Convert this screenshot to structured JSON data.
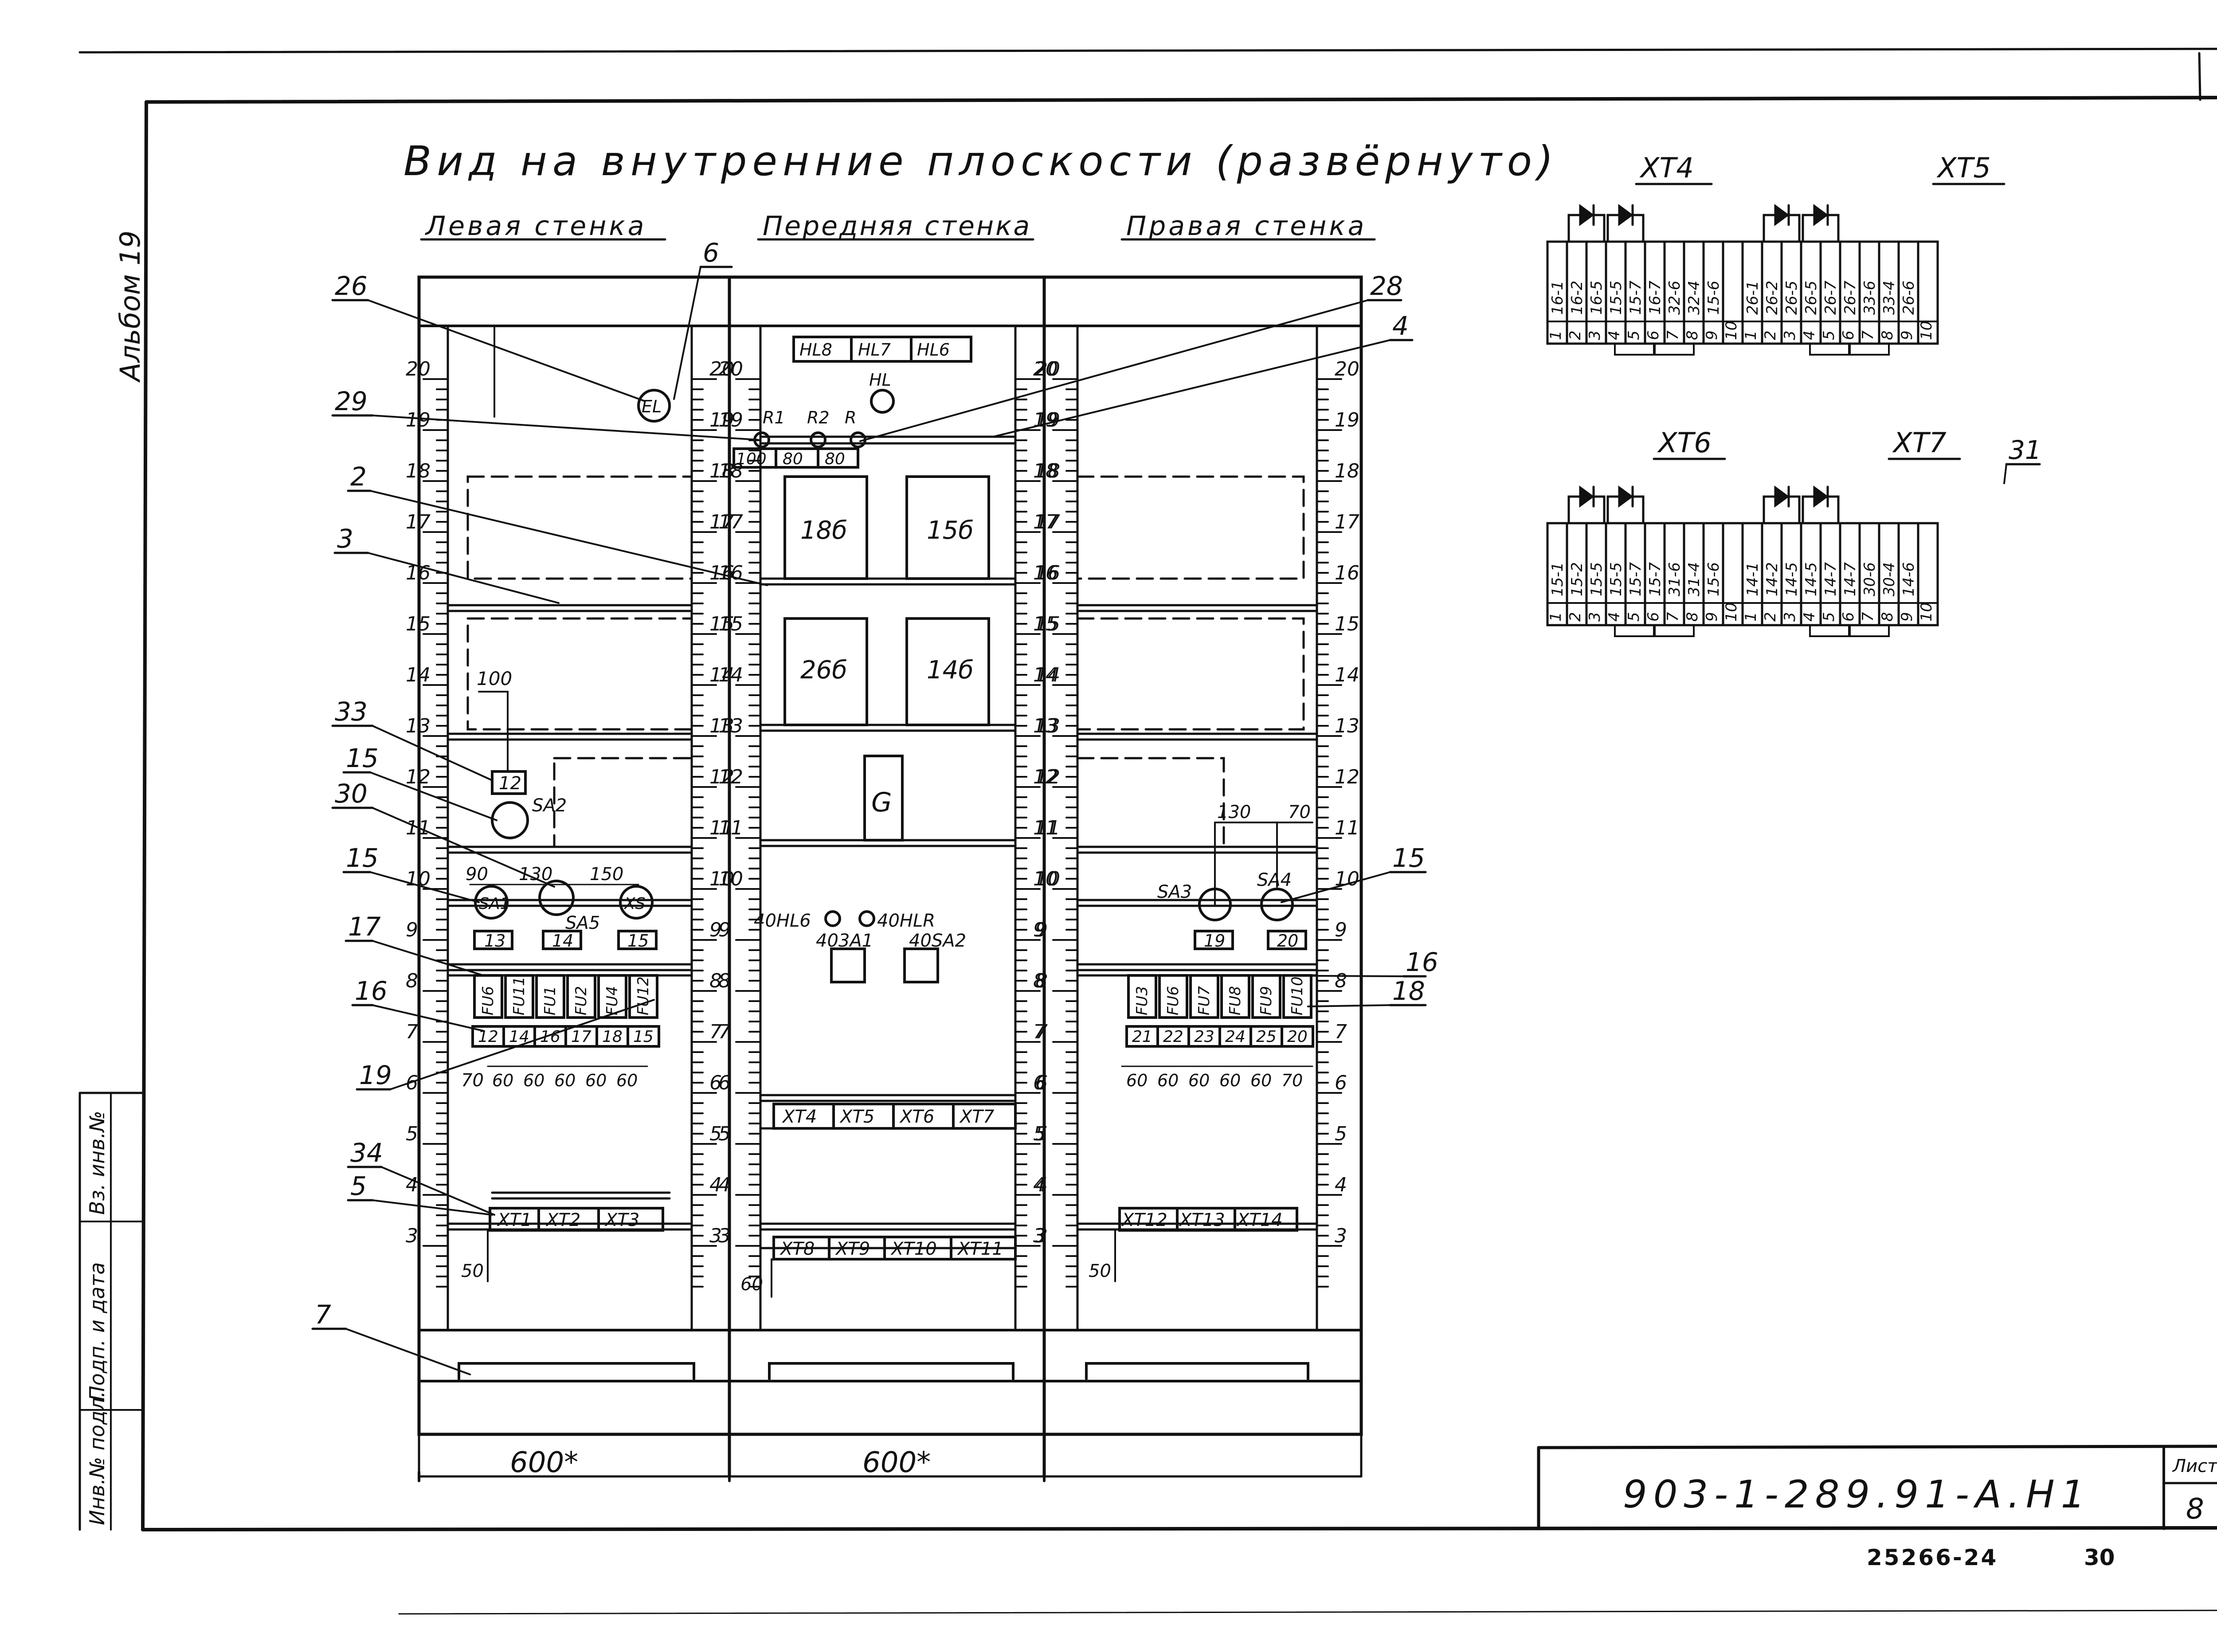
{
  "sheet": {
    "corner_number": "29",
    "title": "Вид на внутренние плоскости (развёрнуто)",
    "side_label": "Альбом 19",
    "doc_code": "903-1-289.91-А.Н1",
    "sheet_label": "Лист",
    "sheet_no": "8",
    "bottom_code": "25266-24",
    "bottom_page": "30",
    "stamp": [
      "Инв.№ подл.",
      "Подп. и дата",
      "Вз. инв.№"
    ]
  },
  "walls": {
    "left": "Левая стенка",
    "front": "Передняя стенка",
    "right": "Правая стенка"
  },
  "scale_ticks": [
    "20",
    "19",
    "18",
    "17",
    "16",
    "15",
    "14",
    "13",
    "12",
    "11",
    "10",
    "9",
    "8",
    "7",
    "6",
    "5",
    "4",
    "3"
  ],
  "dims": {
    "left_width": "600*",
    "right_width": "600*"
  },
  "leaders": [
    "26",
    "6",
    "28",
    "4",
    "29",
    "2",
    "3",
    "33",
    "15",
    "30",
    "15",
    "17",
    "16",
    "19",
    "34",
    "5",
    "7",
    "15",
    "16",
    "18",
    "31"
  ],
  "left_panel": {
    "lamp": "EL",
    "spacing": [
      "100",
      "90",
      "130",
      "150",
      "70",
      "60",
      "60",
      "60",
      "60",
      "60",
      "50"
    ],
    "switches": [
      "SA2",
      "SA1",
      "SA5",
      "XS"
    ],
    "boxes": [
      "12",
      "13",
      "14",
      "15"
    ],
    "fuses": [
      "FU6",
      "FU11",
      "FU1",
      "FU2",
      "FU4",
      "FU12"
    ],
    "fuse_labels": [
      "12",
      "14",
      "16",
      "17",
      "18",
      "15"
    ],
    "terminals": [
      "XT1",
      "XT2",
      "XT3"
    ]
  },
  "front_panel": {
    "lamps": [
      "HL8",
      "HL7",
      "HL6"
    ],
    "hl": "HL",
    "resistors": [
      "R1",
      "R2",
      "R"
    ],
    "resistor_spacing": [
      "100",
      "80",
      "80"
    ],
    "boxes_top": [
      "18б",
      "15б"
    ],
    "boxes_mid": [
      "26б",
      "14б"
    ],
    "generator": "G",
    "indicators": [
      "40HL6",
      "40HLR",
      "403A1",
      "40SA2"
    ],
    "terminals_mid": [
      "XT4",
      "XT5",
      "XT6",
      "XT7"
    ],
    "terminals_bottom": [
      "XT8",
      "XT9",
      "XT10",
      "XT11"
    ],
    "spacing_bottom": "60"
  },
  "right_panel": {
    "spacing": [
      "130",
      "70",
      "60",
      "60",
      "60",
      "60",
      "60",
      "70",
      "50"
    ],
    "switches": [
      "SA3",
      "SA4"
    ],
    "boxes": [
      "19",
      "20"
    ],
    "fuses": [
      "FU3",
      "FU6",
      "FU7",
      "FU8",
      "FU9",
      "FU10"
    ],
    "fuse_labels": [
      "21",
      "22",
      "23",
      "24",
      "25",
      "20"
    ],
    "terminals": [
      "XT12",
      "XT13",
      "XT14"
    ]
  },
  "terminal_blocks": {
    "XT4": {
      "name": "XT4",
      "wires": [
        "16-1",
        "16-2",
        "16-5",
        "15-5",
        "15-7",
        "16-7",
        "32-6",
        "32-4",
        "15-6",
        ""
      ],
      "nums": [
        "1",
        "2",
        "3",
        "4",
        "5",
        "6",
        "7",
        "8",
        "9",
        "10"
      ]
    },
    "XT5": {
      "name": "XT5",
      "wires": [
        "26-1",
        "26-2",
        "26-5",
        "26-5",
        "26-7",
        "26-7",
        "33-6",
        "33-4",
        "26-6",
        ""
      ],
      "nums": [
        "1",
        "2",
        "3",
        "4",
        "5",
        "6",
        "7",
        "8",
        "9",
        "10"
      ]
    },
    "XT6": {
      "name": "XT6",
      "wires": [
        "15-1",
        "15-2",
        "15-5",
        "15-5",
        "15-7",
        "15-7",
        "31-6",
        "31-4",
        "15-6",
        ""
      ],
      "nums": [
        "1",
        "2",
        "3",
        "4",
        "5",
        "6",
        "7",
        "8",
        "9",
        "10"
      ]
    },
    "XT7": {
      "name": "XT7",
      "wires": [
        "14-1",
        "14-2",
        "14-5",
        "14-5",
        "14-7",
        "14-7",
        "30-6",
        "30-4",
        "14-6",
        ""
      ],
      "nums": [
        "1",
        "2",
        "3",
        "4",
        "5",
        "6",
        "7",
        "8",
        "9",
        "10"
      ]
    }
  }
}
